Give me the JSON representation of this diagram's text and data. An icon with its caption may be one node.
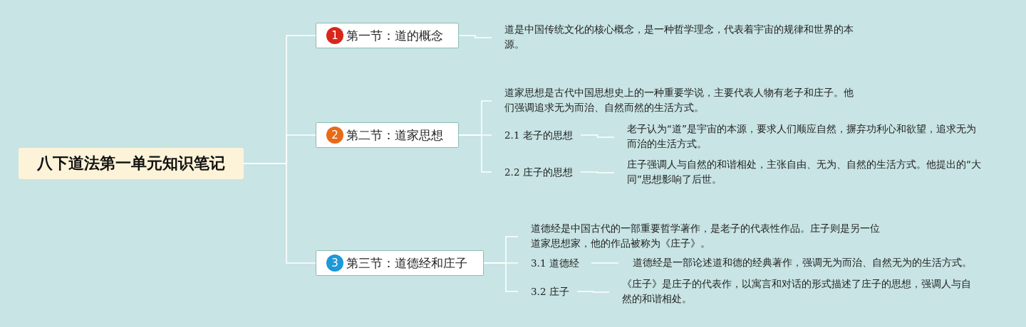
{
  "diagram": {
    "nodes": [
      {
        "text": [
          "八下道法第一单元知识笔记"
        ]
      },
      {
        "text": [
          "1",
          "第一节：道的概念"
        ]
      },
      {
        "text": [
          "道是中国传统文化的核心概念，是一种哲学理念，代表着宇宙的规律和世界的本源。"
        ]
      },
      {
        "text": [
          "2",
          "第二节：道家思想"
        ]
      },
      {
        "text": [
          "道家思想是古代中国思想史上的一种重要学说，主要代表人物有老子和庄子。他们强调追求无为而治、自然而然的生活方式。"
        ]
      },
      {
        "text": [
          "2.1 老子的思想"
        ]
      },
      {
        "text": [
          "老子认为“道”是宇宙的本源，要求人们顺应自然，摒弃功利心和欲望，追求无为而治的生活方式。"
        ]
      },
      {
        "text": [
          "2.2 庄子的思想"
        ]
      },
      {
        "text": [
          "庄子强调人与自然的和谐相处，主张自由、无为、自然的生活方式。他提出的“大同”思想影响了后世。"
        ]
      },
      {
        "text": [
          "3",
          "第三节：道德经和庄子"
        ]
      },
      {
        "text": [
          "道德经是中国古代的一部重要哲学著作，是老子的代表性作品。庄子则是另一位道家思想家，他的作品被称为《庄子》。"
        ]
      },
      {
        "text": [
          "3.1 道德经"
        ]
      },
      {
        "text": [
          "道德经是一部论述道和德的经典著作，强调无为而治、自然无为的生活方式。"
        ]
      },
      {
        "text": [
          "3.2 庄子"
        ]
      },
      {
        "text": [
          "《庄子》是庄子的代表作，以寓言和对话的形式描述了庄子的思想，强调人与自然的和谐相处。"
        ]
      }
    ],
    "edges": [
      {
        "from": 0,
        "to": 1,
        "arrow": "none"
      },
      {
        "from": 0,
        "to": 3,
        "arrow": "none"
      },
      {
        "from": 0,
        "to": 9,
        "arrow": "none"
      },
      {
        "from": 1,
        "to": 2,
        "arrow": "none"
      },
      {
        "from": 3,
        "to": 4,
        "arrow": "none"
      },
      {
        "from": 3,
        "to": 5,
        "arrow": "none"
      },
      {
        "from": 3,
        "to": 7,
        "arrow": "none"
      },
      {
        "from": 5,
        "to": 6,
        "arrow": "none"
      },
      {
        "from": 7,
        "to": 8,
        "arrow": "none"
      },
      {
        "from": 9,
        "to": 10,
        "arrow": "none"
      },
      {
        "from": 9,
        "to": 11,
        "arrow": "none"
      },
      {
        "from": 9,
        "to": 13,
        "arrow": "none"
      },
      {
        "from": 11,
        "to": 12,
        "arrow": "none"
      },
      {
        "from": 13,
        "to": 14,
        "arrow": "none"
      }
    ]
  }
}
